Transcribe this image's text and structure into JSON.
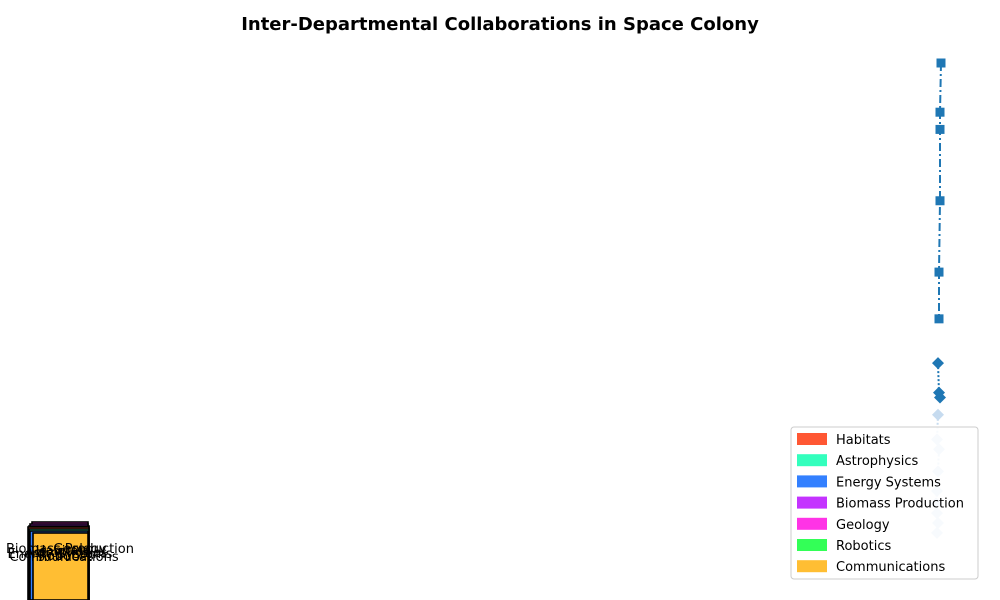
{
  "chart_data": {
    "type": "network",
    "title": "Inter-Departmental Collaborations in Space Colony",
    "grid": false,
    "axes_visible": false,
    "legend_position": "lower-right",
    "departments": [
      {
        "name": "Habitats",
        "color": "#ff5733"
      },
      {
        "name": "Astrophysics",
        "color": "#33ffbd"
      },
      {
        "name": "Energy Systems",
        "color": "#3380ff"
      },
      {
        "name": "Biomass Production",
        "color": "#c433ff"
      },
      {
        "name": "Geology",
        "color": "#ff33e6"
      },
      {
        "name": "Robotics",
        "color": "#33ff57"
      },
      {
        "name": "Communications",
        "color": "#ffbe33"
      }
    ],
    "node_labels": [
      "Biomass Production",
      "Geology",
      "Habitats",
      "Astrophysics",
      "Energy Systems",
      "Robotics",
      "Communications"
    ],
    "edge_series": [
      {
        "marker": "square",
        "color": "#1f77b4",
        "line_style": "dash-dot",
        "values": [
          1.0,
          0.9,
          0.865,
          0.72,
          0.575,
          0.48
        ]
      },
      {
        "marker": "diamond",
        "color": "#1f77b4",
        "line_style": "dotted",
        "values": [
          0.39,
          0.33,
          0.32
        ]
      },
      {
        "marker": "diamond",
        "color": "#c6dbef",
        "line_style": "dotted",
        "values": [
          0.285,
          0.235,
          0.215,
          0.17,
          0.13,
          0.105,
          0.085,
          0.065,
          0.045
        ]
      }
    ]
  }
}
